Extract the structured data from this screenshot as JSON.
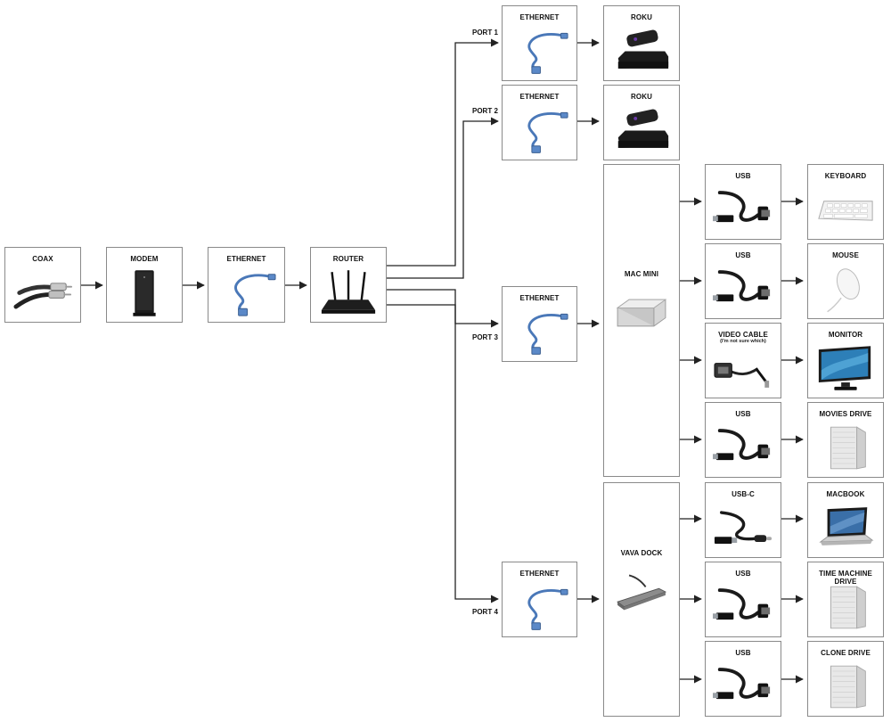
{
  "nodes": {
    "coax": {
      "label": "COAX",
      "icon": "coax-cable-icon"
    },
    "modem": {
      "label": "MODEM",
      "icon": "modem-icon"
    },
    "ethernet_main": {
      "label": "ETHERNET",
      "icon": "ethernet-cable-icon"
    },
    "router": {
      "label": "ROUTER",
      "icon": "router-icon"
    },
    "ethernet_p1": {
      "label": "ETHERNET",
      "icon": "ethernet-cable-icon"
    },
    "roku_1": {
      "label": "ROKU",
      "icon": "roku-icon"
    },
    "ethernet_p2": {
      "label": "ETHERNET",
      "icon": "ethernet-cable-icon"
    },
    "roku_2": {
      "label": "ROKU",
      "icon": "roku-icon"
    },
    "ethernet_p3": {
      "label": "ETHERNET",
      "icon": "ethernet-cable-icon"
    },
    "mac_mini": {
      "label": "MAC MINI",
      "icon": "mac-mini-icon"
    },
    "usb_keyboard": {
      "label": "USB",
      "icon": "usb-cable-icon"
    },
    "keyboard": {
      "label": "KEYBOARD",
      "icon": "keyboard-icon"
    },
    "usb_mouse": {
      "label": "USB",
      "icon": "usb-cable-icon"
    },
    "mouse": {
      "label": "MOUSE",
      "icon": "mouse-icon"
    },
    "video_cable": {
      "label": "VIDEO CABLE",
      "sublabel": "(I'm not sure which)",
      "icon": "video-cable-icon"
    },
    "monitor": {
      "label": "MONITOR",
      "icon": "monitor-icon"
    },
    "usb_movies": {
      "label": "USB",
      "icon": "usb-cable-icon"
    },
    "movies_drive": {
      "label": "MOVIES DRIVE",
      "icon": "hard-drive-icon"
    },
    "ethernet_p4": {
      "label": "ETHERNET",
      "icon": "ethernet-cable-icon"
    },
    "vava_dock": {
      "label": "VAVA DOCK",
      "icon": "usb-hub-icon"
    },
    "usbc_macbook": {
      "label": "USB-C",
      "icon": "usb-c-cable-icon"
    },
    "macbook": {
      "label": "MACBOOK",
      "icon": "laptop-icon"
    },
    "usb_tm": {
      "label": "USB",
      "icon": "usb-cable-icon"
    },
    "time_machine_drive": {
      "label": "TIME MACHINE DRIVE",
      "icon": "hard-drive-icon"
    },
    "usb_clone": {
      "label": "USB",
      "icon": "usb-cable-icon"
    },
    "clone_drive": {
      "label": "CLONE DRIVE",
      "icon": "hard-drive-icon"
    }
  },
  "ports": {
    "port1": "PORT 1",
    "port2": "PORT 2",
    "port3": "PORT 3",
    "port4": "PORT 4"
  },
  "connections": [
    [
      "coax",
      "modem"
    ],
    [
      "modem",
      "ethernet_main"
    ],
    [
      "ethernet_main",
      "router"
    ],
    [
      "router",
      "ethernet_p1"
    ],
    [
      "ethernet_p1",
      "roku_1"
    ],
    [
      "router",
      "ethernet_p2"
    ],
    [
      "ethernet_p2",
      "roku_2"
    ],
    [
      "router",
      "ethernet_p3"
    ],
    [
      "ethernet_p3",
      "mac_mini"
    ],
    [
      "mac_mini",
      "usb_keyboard"
    ],
    [
      "usb_keyboard",
      "keyboard"
    ],
    [
      "mac_mini",
      "usb_mouse"
    ],
    [
      "usb_mouse",
      "mouse"
    ],
    [
      "mac_mini",
      "video_cable"
    ],
    [
      "video_cable",
      "monitor"
    ],
    [
      "mac_mini",
      "usb_movies"
    ],
    [
      "usb_movies",
      "movies_drive"
    ],
    [
      "router",
      "ethernet_p4"
    ],
    [
      "ethernet_p4",
      "vava_dock"
    ],
    [
      "vava_dock",
      "usbc_macbook"
    ],
    [
      "usbc_macbook",
      "macbook"
    ],
    [
      "vava_dock",
      "usb_tm"
    ],
    [
      "usb_tm",
      "time_machine_drive"
    ],
    [
      "vava_dock",
      "usb_clone"
    ],
    [
      "usb_clone",
      "clone_drive"
    ]
  ]
}
